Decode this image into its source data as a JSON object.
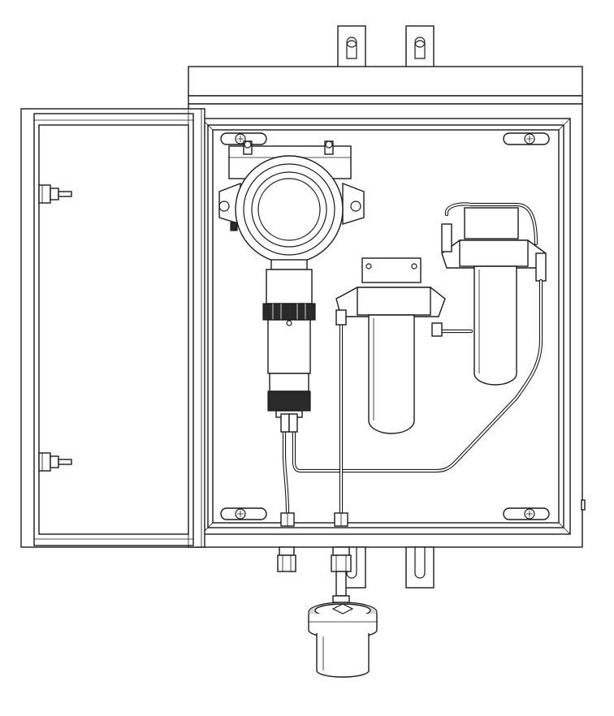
{
  "diagram": {
    "type": "technical-line-drawing",
    "components": [
      "enclosure",
      "hinged-door",
      "gas-detector",
      "sensor-housing",
      "filter-canister",
      "filter-canister",
      "tubing",
      "inlet-fitting",
      "outlet-fitting",
      "calibration-cup",
      "mounting-tab"
    ],
    "colors": {
      "line": "#1a1a1a",
      "fill": "#ffffff",
      "shade": "#d9d9d9",
      "dark": "#2a2a2a"
    }
  }
}
